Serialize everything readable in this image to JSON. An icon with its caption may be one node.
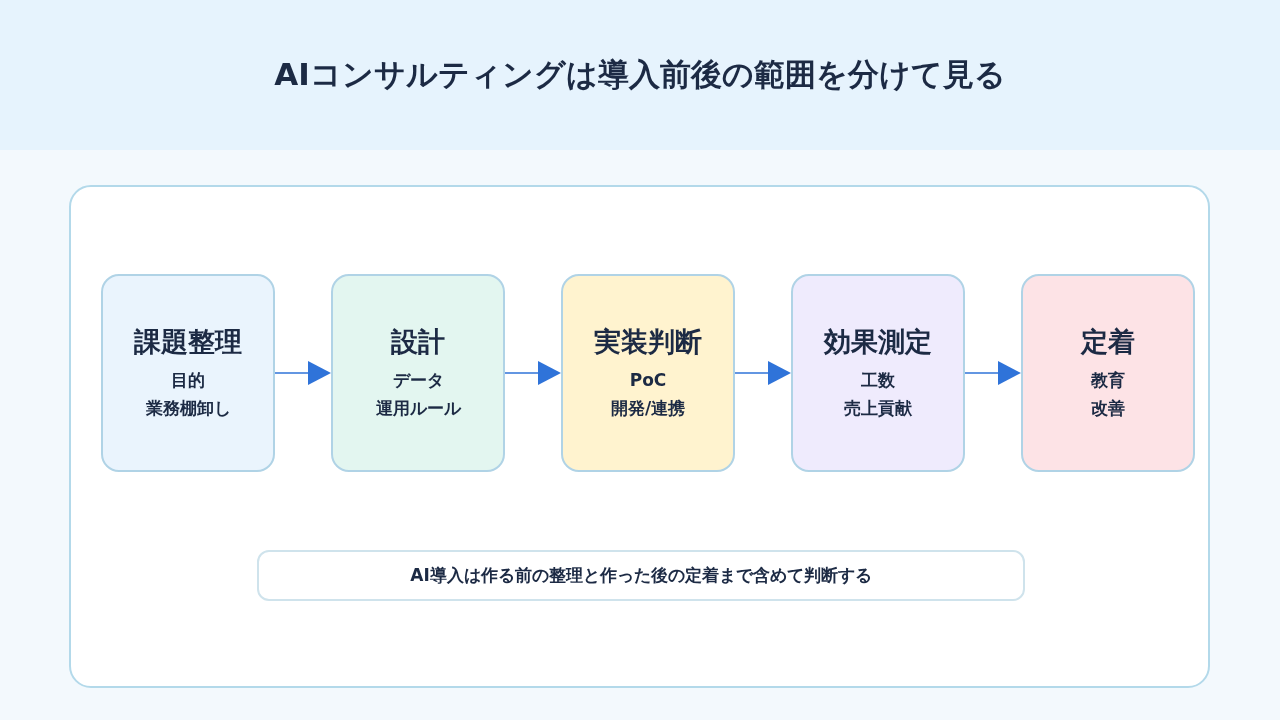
{
  "diagram": {
    "title": "AIコンサルティングは導入前後の範囲を分けて見る",
    "nodes": [
      {
        "text": [
          "課題整理",
          "目的",
          "業務棚卸し"
        ]
      },
      {
        "text": [
          "設計",
          "データ",
          "運用ルール"
        ]
      },
      {
        "text": [
          "実装判断",
          "PoC",
          "開発/連携"
        ]
      },
      {
        "text": [
          "効果測定",
          "工数",
          "売上貢献"
        ]
      },
      {
        "text": [
          "定着",
          "教育",
          "改善"
        ]
      },
      {
        "text": [
          "AI導入は作る前の整理と作った後の定着まで含めて判断する"
        ]
      }
    ],
    "edges": [
      {
        "from": 0,
        "to": 1,
        "arrow": "to"
      },
      {
        "from": 1,
        "to": 2,
        "arrow": "to"
      },
      {
        "from": 2,
        "to": 3,
        "arrow": "to"
      },
      {
        "from": 3,
        "to": 4,
        "arrow": "to"
      }
    ]
  }
}
